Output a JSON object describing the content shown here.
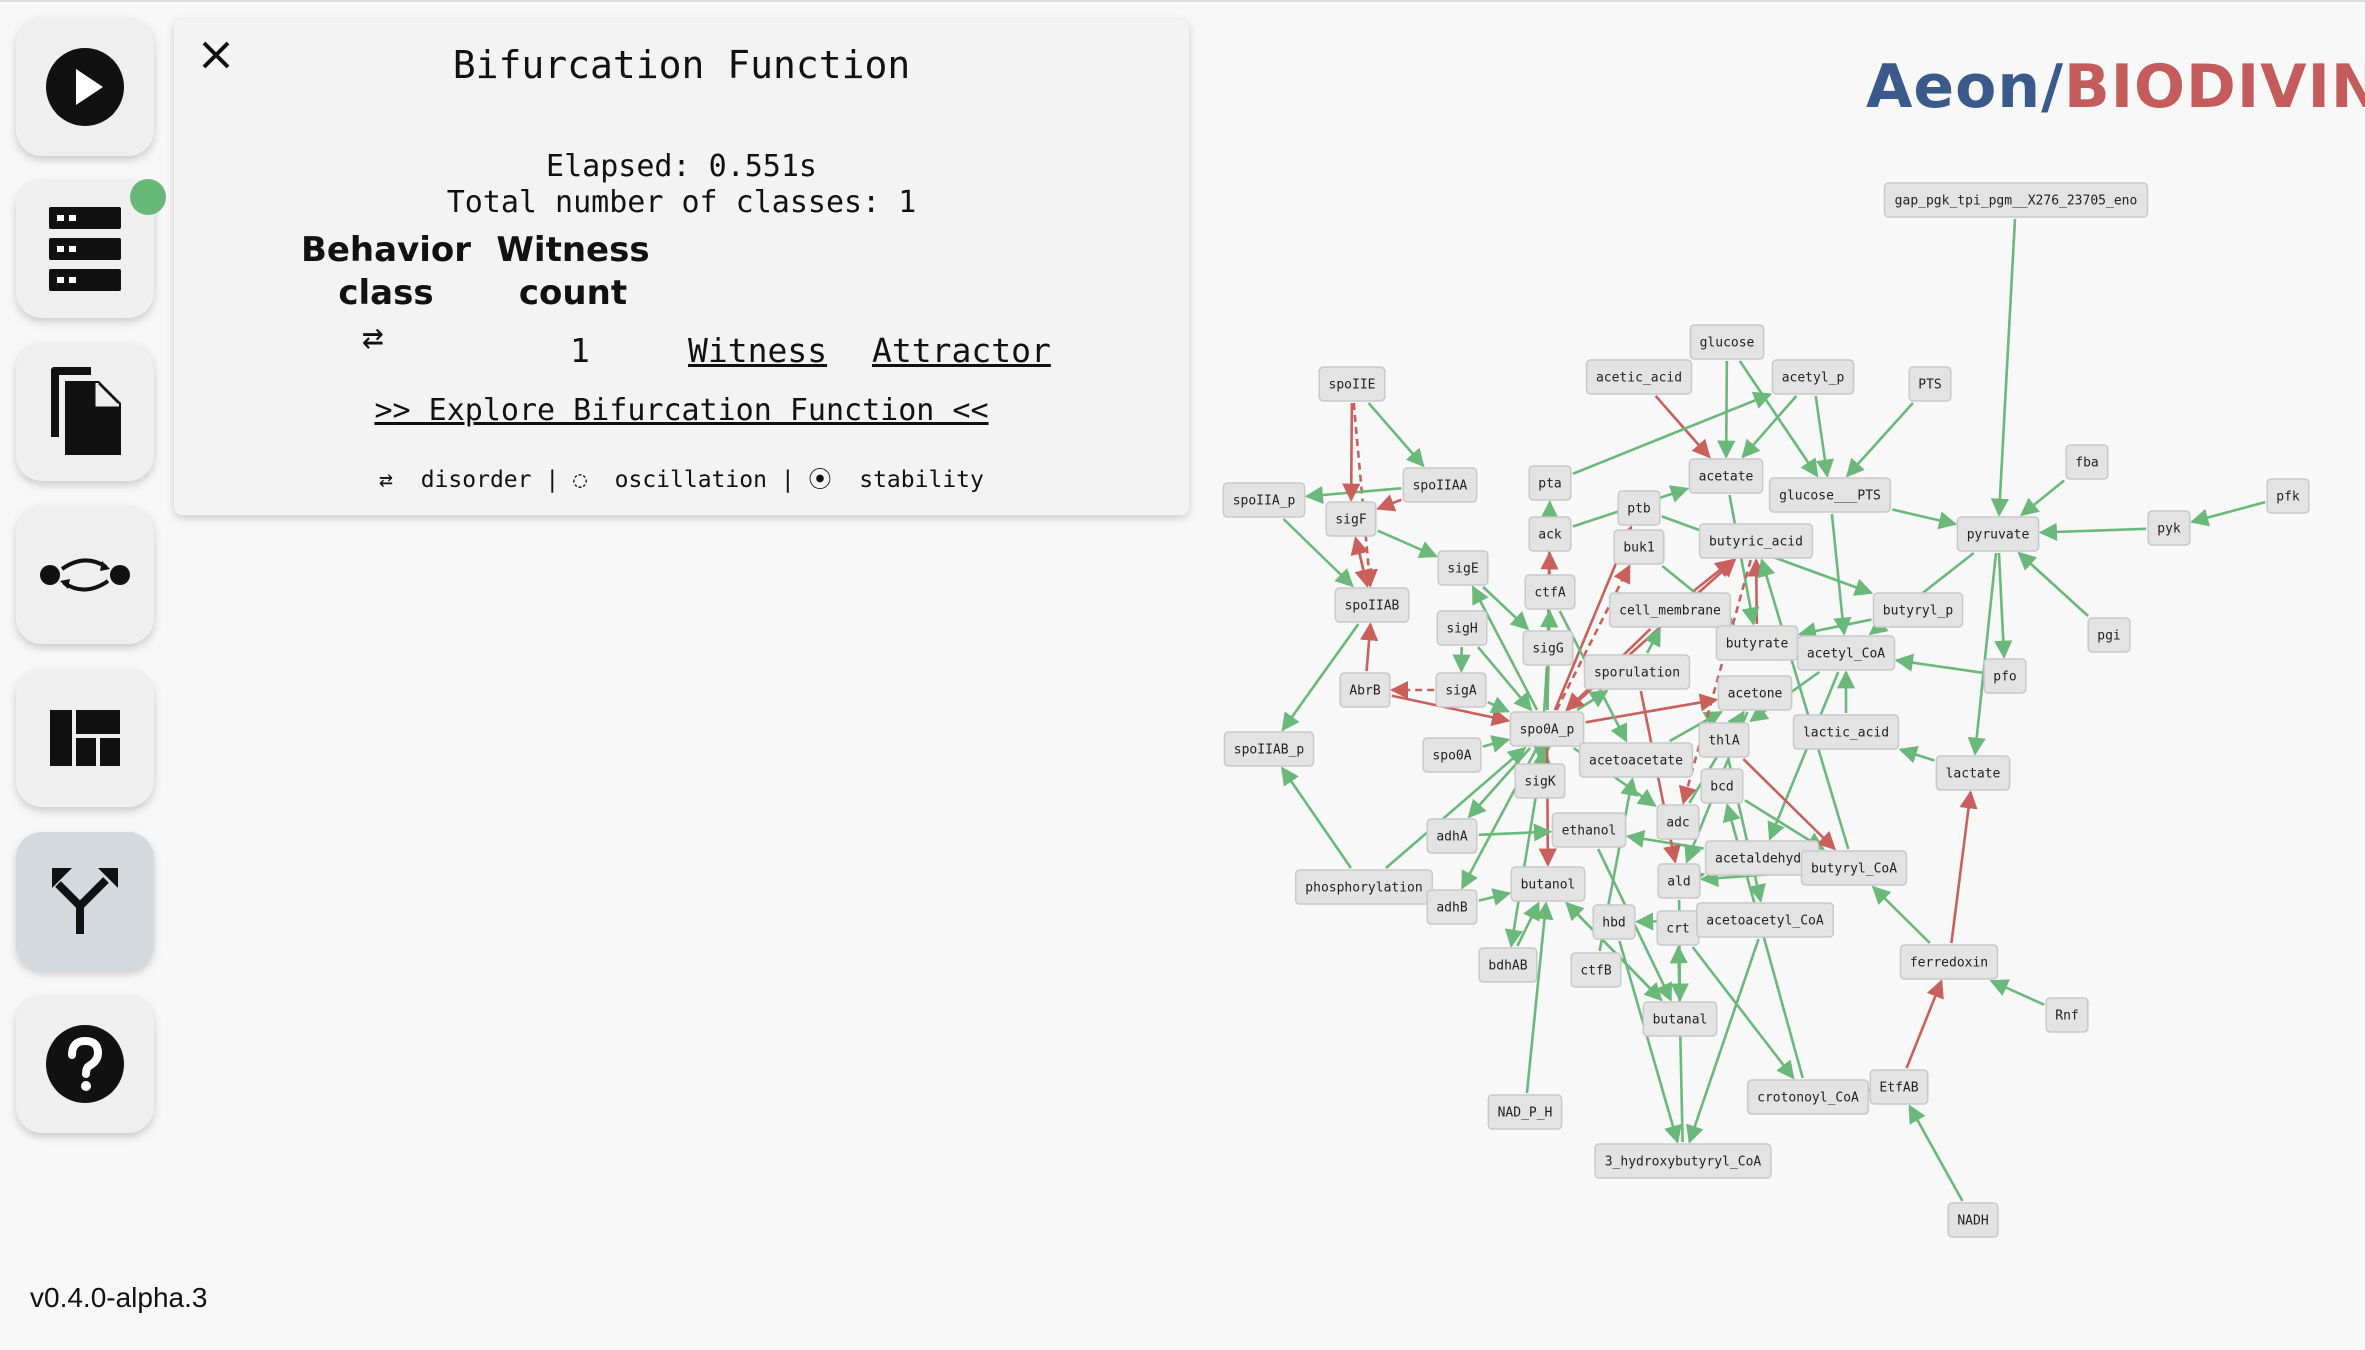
{
  "sidebar": {
    "items": [
      {
        "name": "play-button",
        "icon": "play-icon"
      },
      {
        "name": "server-button",
        "icon": "server-icon"
      },
      {
        "name": "documents-button",
        "icon": "documents-icon"
      },
      {
        "name": "transition-button",
        "icon": "state-transition-icon"
      },
      {
        "name": "dashboard-button",
        "icon": "dashboard-icon"
      },
      {
        "name": "bifurcation-button",
        "icon": "fork-icon",
        "active": true
      },
      {
        "name": "help-button",
        "icon": "help-icon"
      }
    ],
    "status_color": "#68b979"
  },
  "panel": {
    "title": "Bifurcation Function",
    "elapsed": "Elapsed: 0.551s",
    "total_classes": "Total number of classes: 1",
    "col_behavior": "Behavior class",
    "col_witness": "Witness count",
    "rows": [
      {
        "class_symbol": "⇄",
        "count": "1",
        "witness_link": "Witness",
        "attractor_link": "Attractor"
      }
    ],
    "explore_link": ">> Explore Bifurcation Function <<",
    "legend": {
      "disorder_symbol": "⇄",
      "disorder": "disorder",
      "sep1": "|",
      "oscillation_symbol": "◌",
      "oscillation": "oscillation",
      "sep2": "|",
      "stability_symbol": "⦿",
      "stability": "stability"
    }
  },
  "logo": {
    "part1": "Aeon/",
    "part2": "BIODIVINE",
    "color1": "#3a5a8c",
    "color2": "#c45c5c"
  },
  "version": "v0.4.0-alpha.3",
  "graph": {
    "colors": {
      "activation": "#6ab97a",
      "inhibition": "#c9605c"
    },
    "nodes": [
      {
        "id": "gap_pgk_tpi_pgm__X276_23705_eno"
      },
      {
        "id": "glucose"
      },
      {
        "id": "acetic_acid"
      },
      {
        "id": "acetyl_p"
      },
      {
        "id": "PTS"
      },
      {
        "id": "spoIIE"
      },
      {
        "id": "fba"
      },
      {
        "id": "pfk"
      },
      {
        "id": "spoIIA_p"
      },
      {
        "id": "spoIIAA"
      },
      {
        "id": "pta"
      },
      {
        "id": "acetate"
      },
      {
        "id": "glucose___PTS"
      },
      {
        "id": "ptb"
      },
      {
        "id": "sigF"
      },
      {
        "id": "ack"
      },
      {
        "id": "buk1"
      },
      {
        "id": "butyric_acid"
      },
      {
        "id": "pyruvate"
      },
      {
        "id": "pyk"
      },
      {
        "id": "sigE"
      },
      {
        "id": "ctfA"
      },
      {
        "id": "spoIIAB"
      },
      {
        "id": "cell_membrane"
      },
      {
        "id": "butyryl_p"
      },
      {
        "id": "pgi"
      },
      {
        "id": "sigH"
      },
      {
        "id": "sigG"
      },
      {
        "id": "butyrate"
      },
      {
        "id": "acetyl_CoA"
      },
      {
        "id": "sporulation"
      },
      {
        "id": "pfo"
      },
      {
        "id": "AbrB"
      },
      {
        "id": "sigA"
      },
      {
        "id": "acetone"
      },
      {
        "id": "spo0A_p"
      },
      {
        "id": "lactic_acid"
      },
      {
        "id": "thlA"
      },
      {
        "id": "spoIIAB_p"
      },
      {
        "id": "spo0A"
      },
      {
        "id": "acetoacetate"
      },
      {
        "id": "lactate"
      },
      {
        "id": "sigK"
      },
      {
        "id": "bcd"
      },
      {
        "id": "adc"
      },
      {
        "id": "adhA"
      },
      {
        "id": "ethanol"
      },
      {
        "id": "acetaldehyde"
      },
      {
        "id": "butyryl_CoA"
      },
      {
        "id": "phosphorylation"
      },
      {
        "id": "butanol"
      },
      {
        "id": "ald"
      },
      {
        "id": "adhB"
      },
      {
        "id": "hbd"
      },
      {
        "id": "crt"
      },
      {
        "id": "acetoacetyl_CoA"
      },
      {
        "id": "ferredoxin"
      },
      {
        "id": "bdhAB"
      },
      {
        "id": "ctfB"
      },
      {
        "id": "Rnf"
      },
      {
        "id": "butanal"
      },
      {
        "id": "EtfAB"
      },
      {
        "id": "crotonoyl_CoA"
      },
      {
        "id": "NAD_P_H"
      },
      {
        "id": "3_hydroxybutyryl_CoA"
      },
      {
        "id": "NADH"
      }
    ],
    "edges": [
      [
        "gap_pgk_tpi_pgm__X276_23705_eno",
        "pyruvate",
        "a"
      ],
      [
        "glucose",
        "acetate",
        "a"
      ],
      [
        "glucose",
        "glucose___PTS",
        "a"
      ],
      [
        "acetic_acid",
        "acetate",
        "i"
      ],
      [
        "acetyl_p",
        "acetate",
        "a"
      ],
      [
        "acetyl_p",
        "glucose___PTS",
        "a"
      ],
      [
        "PTS",
        "glucose___PTS",
        "a"
      ],
      [
        "glucose___PTS",
        "pyruvate",
        "a"
      ],
      [
        "glucose___PTS",
        "acetyl_CoA",
        "a"
      ],
      [
        "fba",
        "pyruvate",
        "a"
      ],
      [
        "pfk",
        "pyk",
        "a"
      ],
      [
        "pyk",
        "pyruvate",
        "a"
      ],
      [
        "pgi",
        "pyruvate",
        "a"
      ],
      [
        "pyruvate",
        "acetyl_CoA",
        "a"
      ],
      [
        "pyruvate",
        "pfo",
        "a"
      ],
      [
        "pyruvate",
        "lactate",
        "a"
      ],
      [
        "pfo",
        "acetyl_CoA",
        "a"
      ],
      [
        "lactate",
        "lactic_acid",
        "a"
      ],
      [
        "ferredoxin",
        "lactate",
        "i"
      ],
      [
        "spoIIE",
        "spoIIAA",
        "a"
      ],
      [
        "spoIIE",
        "spoIIAB",
        "i"
      ],
      [
        "spoIIAA",
        "spoIIA_p",
        "a"
      ],
      [
        "spoIIAA",
        "sigF",
        "i"
      ],
      [
        "spoIIA_p",
        "spoIIAB",
        "a"
      ],
      [
        "sigF",
        "sigE",
        "a"
      ],
      [
        "sigF",
        "spoIIAB",
        "i"
      ],
      [
        "spoIIAB",
        "sigF",
        "i"
      ],
      [
        "spoIIAB",
        "spoIIAB_p",
        "a"
      ],
      [
        "AbrB",
        "spoIIAB",
        "i"
      ],
      [
        "AbrB",
        "spo0A_p",
        "i"
      ],
      [
        "sigA",
        "spo0A_p",
        "a"
      ],
      [
        "sigH",
        "spo0A_p",
        "a"
      ],
      [
        "sigE",
        "sigG",
        "a"
      ],
      [
        "sigG",
        "sigK",
        "a"
      ],
      [
        "sigK",
        "spo0A_p",
        "a"
      ],
      [
        "spo0A",
        "spo0A_p",
        "a"
      ],
      [
        "spo0A_p",
        "sporulation",
        "a"
      ],
      [
        "spo0A_p",
        "pta",
        "a"
      ],
      [
        "spo0A_p",
        "ack",
        "i"
      ],
      [
        "spo0A_p",
        "ptb",
        "i"
      ],
      [
        "spo0A_p",
        "buk1",
        "i"
      ],
      [
        "spo0A_p",
        "ctfA",
        "a"
      ],
      [
        "spo0A_p",
        "adc",
        "a"
      ],
      [
        "spo0A_p",
        "bdhAB",
        "a"
      ],
      [
        "spo0A_p",
        "adhA",
        "a"
      ],
      [
        "spo0A_p",
        "adhB",
        "a"
      ],
      [
        "spo0A_p",
        "sigE",
        "a"
      ],
      [
        "spo0A_p",
        "butyric_acid",
        "i"
      ],
      [
        "spo0A_p",
        "acetone",
        "i"
      ],
      [
        "spo0A_p",
        "butanol",
        "i"
      ],
      [
        "sporulation",
        "cell_membrane",
        "a"
      ],
      [
        "cell_membrane",
        "butyric_acid",
        "i"
      ],
      [
        "butyrate",
        "butyric_acid",
        "i"
      ],
      [
        "acetate",
        "butyrate",
        "a"
      ],
      [
        "pta",
        "acetyl_p",
        "a"
      ],
      [
        "ack",
        "acetate",
        "a"
      ],
      [
        "ptb",
        "butyryl_p",
        "a"
      ],
      [
        "buk1",
        "butyrate",
        "a"
      ],
      [
        "butyryl_p",
        "butyrate",
        "a"
      ],
      [
        "acetyl_CoA",
        "thlA",
        "a"
      ],
      [
        "acetyl_CoA",
        "acetaldehyde",
        "a"
      ],
      [
        "thlA",
        "acetoacetyl_CoA",
        "a"
      ],
      [
        "acetoacetate",
        "acetone",
        "a"
      ],
      [
        "adc",
        "acetone",
        "a"
      ],
      [
        "ctfA",
        "acetoacetate",
        "a"
      ],
      [
        "ctfB",
        "acetoacetate",
        "a"
      ],
      [
        "acetoacetyl_CoA",
        "hbd",
        "a"
      ],
      [
        "hbd",
        "3_hydroxybutyryl_CoA",
        "a"
      ],
      [
        "3_hydroxybutyryl_CoA",
        "crt",
        "a"
      ],
      [
        "crt",
        "crotonoyl_CoA",
        "a"
      ],
      [
        "crotonoyl_CoA",
        "bcd",
        "a"
      ],
      [
        "bcd",
        "butyryl_CoA",
        "a"
      ],
      [
        "butyryl_CoA",
        "ald",
        "a"
      ],
      [
        "ald",
        "butanal",
        "a"
      ],
      [
        "butanal",
        "butanol",
        "a"
      ],
      [
        "bdhAB",
        "butanol",
        "a"
      ],
      [
        "adhA",
        "ethanol",
        "a"
      ],
      [
        "adhB",
        "butanol",
        "a"
      ],
      [
        "acetaldehyde",
        "ethanol",
        "a"
      ],
      [
        "ald",
        "acetaldehyde",
        "a"
      ],
      [
        "NAD_P_H",
        "butanol",
        "a"
      ],
      [
        "NADH",
        "EtfAB",
        "a"
      ],
      [
        "EtfAB",
        "crotonoyl_CoA",
        "a"
      ],
      [
        "EtfAB",
        "ferredoxin",
        "i"
      ],
      [
        "Rnf",
        "ferredoxin",
        "a"
      ],
      [
        "ferredoxin",
        "butyryl_CoA",
        "a"
      ],
      [
        "phosphorylation",
        "spoIIAB_p",
        "a"
      ],
      [
        "phosphorylation",
        "spo0A_p",
        "a"
      ],
      [
        "butyryl_CoA",
        "butyric_acid",
        "a"
      ],
      [
        "lactic_acid",
        "acetyl_CoA",
        "a"
      ],
      [
        "butanol",
        "butanal",
        "a"
      ],
      [
        "ethanol",
        "butanal",
        "a"
      ],
      [
        "acetoacetyl_CoA",
        "3_hydroxybutyryl_CoA",
        "a"
      ],
      [
        "spoIIE",
        "sigF",
        "i"
      ],
      [
        "sigH",
        "sigA",
        "a"
      ],
      [
        "sigA",
        "AbrB",
        "i"
      ],
      [
        "thlA",
        "butyryl_CoA",
        "i"
      ],
      [
        "acetone",
        "ald",
        "a"
      ],
      [
        "cell_membrane",
        "spo0A_p",
        "i"
      ],
      [
        "sporulation",
        "ald",
        "i"
      ],
      [
        "butyric_acid",
        "adc",
        "i"
      ]
    ]
  }
}
